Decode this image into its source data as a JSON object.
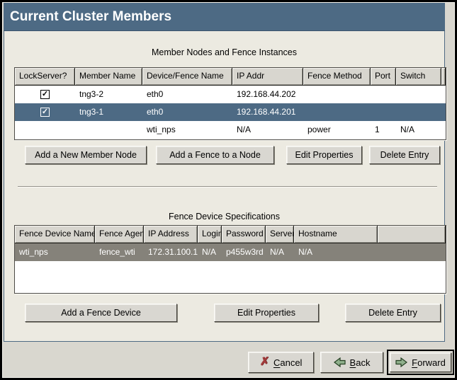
{
  "window": {
    "title": "Current Cluster Members"
  },
  "icons": {
    "checkmark": "✓",
    "cancel_x": "✗"
  },
  "colors": {
    "titlebar": "#4d6a84",
    "selection_active": "#4d6a84",
    "selection_inactive": "#85827a",
    "panel_bg": "#eceae1",
    "footer_bg": "#d9d7cf",
    "arrow_green": "#8fb08c",
    "cancel_red": "#a33c3c"
  },
  "sections": {
    "members": {
      "heading": "Member Nodes and Fence Instances",
      "columns": [
        "LockServer?",
        "Member Name",
        "Device/Fence Name",
        "IP Addr",
        "Fence Method",
        "Port",
        "Switch"
      ],
      "rows": [
        {
          "lockserver_checked": true,
          "selected": false,
          "cells": [
            "tng3-2",
            "eth0",
            "192.168.44.202",
            "",
            "",
            ""
          ]
        },
        {
          "lockserver_checked": true,
          "selected": true,
          "cells": [
            "tng3-1",
            "eth0",
            "192.168.44.201",
            "",
            "",
            ""
          ]
        },
        {
          "lockserver_checked": false,
          "selected": false,
          "cells": [
            "",
            "wti_nps",
            "N/A",
            "power",
            "1",
            "N/A"
          ]
        }
      ],
      "buttons": [
        "Add a New Member Node",
        "Add a Fence to a Node",
        "Edit Properties",
        "Delete Entry"
      ]
    },
    "fence_devices": {
      "heading": "Fence Device Specifications",
      "columns": [
        "Fence Device Name",
        "Fence Agent",
        "IP Address",
        "Login",
        "Password",
        "Server",
        "Hostname"
      ],
      "rows": [
        {
          "selected": true,
          "cells": [
            "wti_nps",
            "fence_wti",
            "172.31.100.1",
            "N/A",
            "p455w3rd",
            "N/A",
            "N/A"
          ]
        }
      ],
      "buttons": [
        "Add a Fence Device",
        "Edit Properties",
        "Delete Entry"
      ]
    }
  },
  "footer": {
    "cancel": {
      "mnemonic": "C",
      "rest": "ancel"
    },
    "back": {
      "mnemonic": "B",
      "rest": "ack"
    },
    "forward": {
      "mnemonic": "F",
      "rest": "orward"
    }
  }
}
